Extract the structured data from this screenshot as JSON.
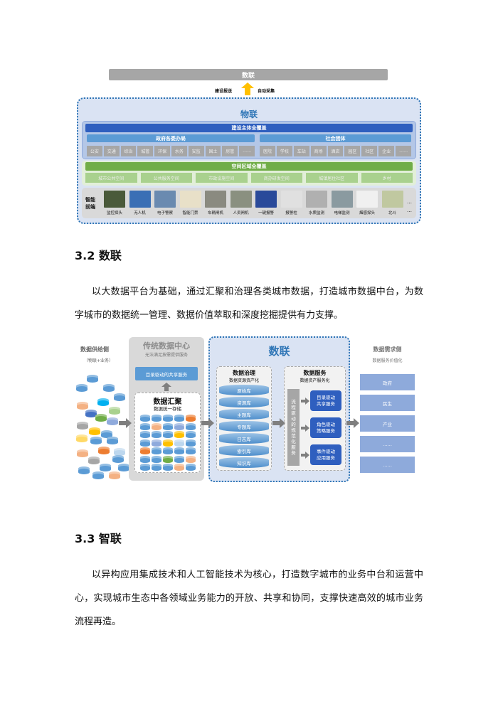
{
  "diagram1": {
    "top_label": "数联",
    "left_arrow_label": "建设报送",
    "right_arrow_label": "自动采集",
    "title": "物联",
    "coverage_header": "建设主体全覆盖",
    "gov_header": "政府各委办局",
    "gov_items": [
      "公安",
      "交通",
      "综治",
      "城管",
      "环保",
      "水务",
      "安监",
      "国土",
      "房管",
      "……"
    ],
    "social_header": "社会团体",
    "social_items": [
      "医院",
      "学校",
      "车站",
      "商场",
      "酒店",
      "园区",
      "社区",
      "企业",
      "……"
    ],
    "space_header": "空间区域全覆盖",
    "space_items": [
      "城市公共空间",
      "公共服务空间",
      "市政设施空间",
      "商办研发空间",
      "城镇居住社区",
      "乡村"
    ],
    "frontend_label": "智能前端",
    "devices": [
      "监控探头",
      "无人机",
      "电子警察",
      "智能门禁",
      "车辆闸机",
      "人员闸机",
      "一键报警",
      "报警柱",
      "水质监测",
      "电梯监测",
      "烟感探头",
      "北斗"
    ],
    "more": "…"
  },
  "section32": {
    "heading": "3.2  数联",
    "para": "以大数据平台为基础，通过汇聚和治理各类城市数据，打造城市数据中台，为数字城市的数据统一管理、数据价值萃取和深度挖掘提供有力支撑。"
  },
  "diagram2": {
    "supply_title": "数据供给侧",
    "supply_sub": "（物联+业务）",
    "trad_title": "传统数据中心",
    "trad_sub": "无法满足按需提供服务",
    "trad_service": "目录驱动的共享服务",
    "agg_title": "数据汇聚",
    "agg_sub": "数据统一存储",
    "main_title": "数联",
    "gov_title": "数据治理",
    "gov_sub": "数据资源资产化",
    "libs": [
      "原始库",
      "资源库",
      "主题库",
      "专题库",
      "日志库",
      "索引库",
      "知识库"
    ],
    "svc_title": "数据服务",
    "svc_sub": "数据资产服务化",
    "process": "流程驱动的规范化服务",
    "services": [
      "目录驱动\n共享服务",
      "角色驱动\n策略服务",
      "事件驱动\n应用服务"
    ],
    "demand_title": "数据需求侧",
    "demand_sub": "数据服务价值化",
    "demand": [
      "政府",
      "民生",
      "产业",
      "……",
      "……"
    ]
  },
  "section33": {
    "heading": "3.3  智联",
    "para": "以异构应用集成技术和人工智能技术为核心，打造数字城市的业务中台和运营中心，实现城市生态中各领域业务能力的开放、共享和协同，支撑快速高效的城市业务流程再造。"
  }
}
